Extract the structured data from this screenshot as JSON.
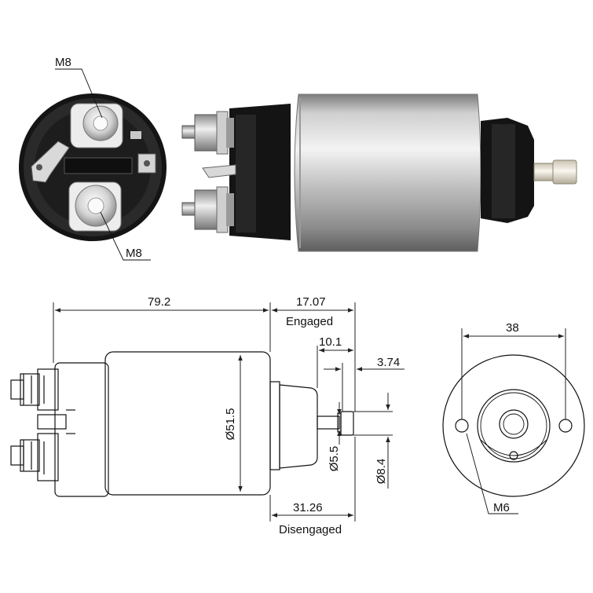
{
  "photo": {
    "end_view": {
      "upper_terminal_label": "M8",
      "lower_terminal_label": "M8"
    }
  },
  "drawing": {
    "side_view": {
      "overall_length": "79.2",
      "engaged_travel": "17.07",
      "engaged_label": "Engaged",
      "plunger_step": "10.1",
      "pin_length": "3.74",
      "body_diameter": "Ø51.5",
      "shaft_diameter": "Ø5.5",
      "pin_diameter": "Ø8.4",
      "disengaged_travel": "31.26",
      "disengaged_label": "Disengaged"
    },
    "front_view": {
      "hole_spacing": "38",
      "mount_thread": "M6"
    }
  },
  "colors": {
    "body_dark": "#1a1a1a",
    "steel_light": "#e6e6e6",
    "steel_mid": "#a9a9a9",
    "steel_dark": "#6f6f6f",
    "pin_color": "#efe9dc"
  }
}
